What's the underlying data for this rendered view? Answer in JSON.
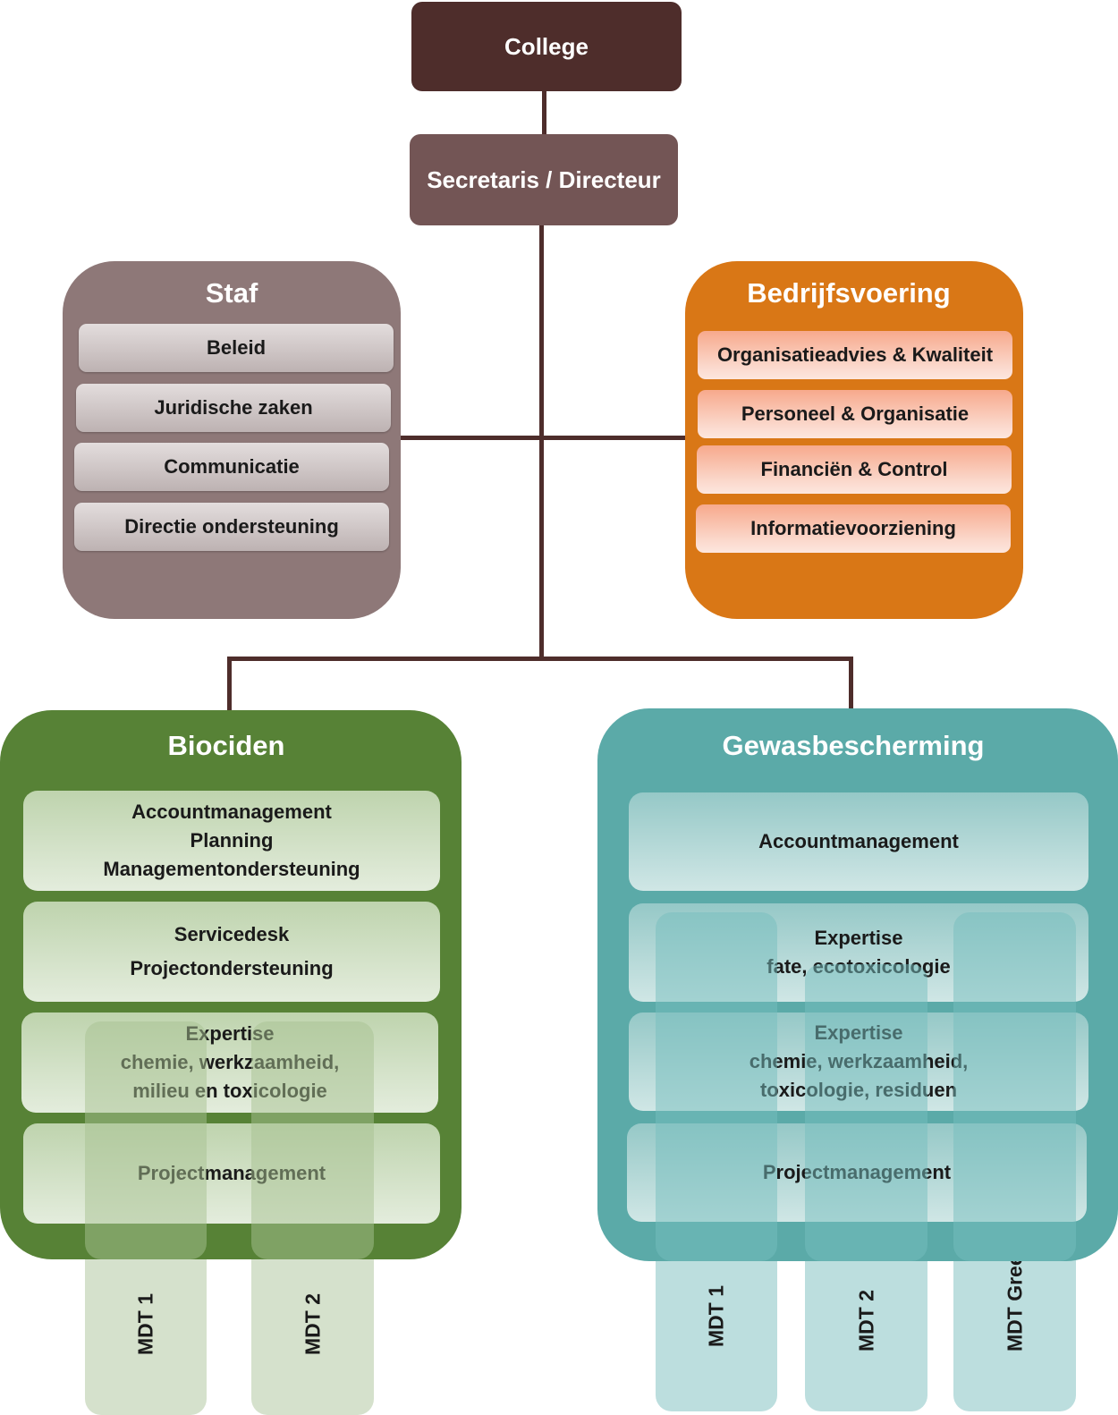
{
  "college": "College",
  "secretaris": "Secretaris / Directeur",
  "staf": {
    "title": "Staf",
    "items": [
      "Beleid",
      "Juridische zaken",
      "Communicatie",
      "Directie ondersteuning"
    ]
  },
  "bedrijfsvoering": {
    "title": "Bedrijfsvoering",
    "items": [
      "Organisatieadvies & Kwaliteit",
      "Personeel & Organisatie",
      "Financiën & Control",
      "Informatievoorziening"
    ]
  },
  "biociden": {
    "title": "Biociden",
    "items": [
      [
        "Accountmanagement",
        "Planning",
        "Managementondersteuning"
      ],
      [
        "Servicedesk",
        "Projectondersteuning"
      ],
      [
        "Expertise",
        "chemie, werkzaamheid,",
        "milieu en toxicologie"
      ],
      [
        "Projectmanagement"
      ]
    ],
    "columns": [
      "MDT 1",
      "MDT 2"
    ]
  },
  "gewasbescherming": {
    "title": "Gewasbescherming",
    "items": [
      [
        "Accountmanagement"
      ],
      [
        "Expertise",
        "fate, ecotoxicologie"
      ],
      [
        "Expertise",
        "chemie, werkzaamheid,",
        "toxicologie, residuen"
      ],
      [
        "Projectmanagement"
      ]
    ],
    "columns": [
      "MDT 1",
      "MDT 2",
      "MDT Green"
    ]
  },
  "colors": {
    "college": "#4e2d2b",
    "secretaris": "#735555",
    "staf": "#8e7878",
    "bedrijfsvoering": "#d97716",
    "biociden": "#578236",
    "gewasbescherming": "#5baaa8"
  }
}
